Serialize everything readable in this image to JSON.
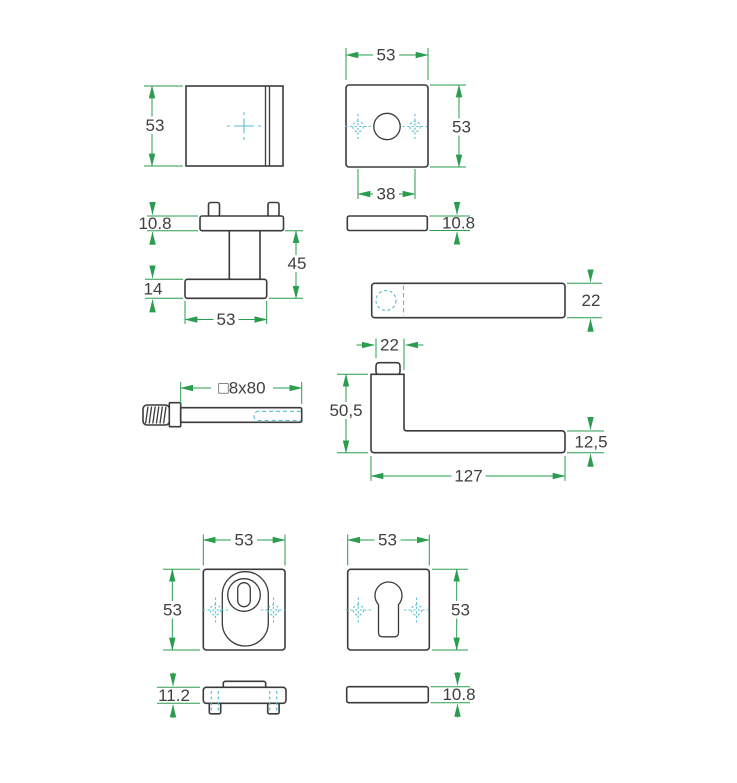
{
  "drawing": {
    "type": "door-hardware-technical-drawing",
    "colors": {
      "background": "#ffffff",
      "outline": "#3b3b3b",
      "dimension": "#2a9d4f",
      "centerline": "#54bdd2",
      "label_text": "#3f3f3f"
    },
    "views": {
      "rosette_side": {
        "dim_height": "53"
      },
      "rosette_front": {
        "dim_width": "53",
        "dim_height": "53",
        "dim_hole_spacing": "38"
      },
      "turnknob_side": {
        "dim_plate_height": "10.8",
        "dim_base_height": "14",
        "dim_height": "45",
        "dim_width": "53"
      },
      "rosette_profile_top": {
        "dim_thickness": "10.8"
      },
      "lever_side": {
        "dim_thickness": "22"
      },
      "spindle": {
        "dim_size": "□8x80"
      },
      "lever_front": {
        "dim_neck_width": "22",
        "dim_height": "50,5",
        "dim_grip_thickness": "12,5",
        "dim_length": "127"
      },
      "security_escutcheon_front": {
        "dim_width": "53",
        "dim_height": "53"
      },
      "cylinder_escutcheon_front": {
        "dim_width": "53",
        "dim_height": "53"
      },
      "security_escutcheon_side": {
        "dim_thickness": "11.2"
      },
      "rosette_profile_bottom": {
        "dim_thickness": "10.8"
      }
    }
  }
}
